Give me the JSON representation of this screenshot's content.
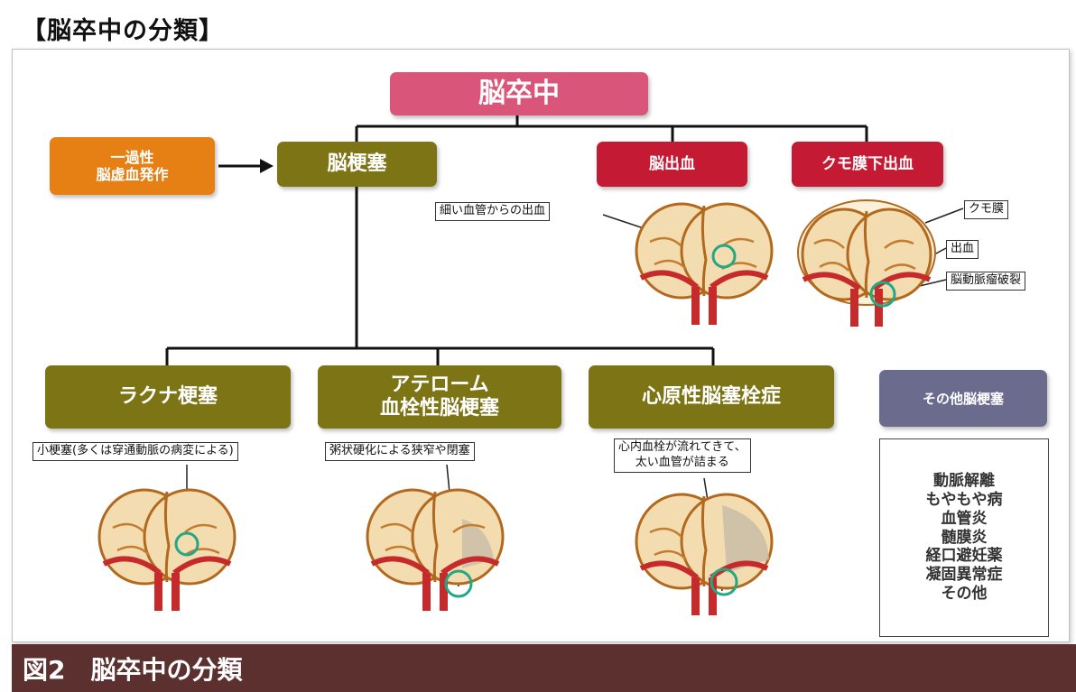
{
  "page_title": "【脳卒中の分類】",
  "root": "脳卒中",
  "tia": [
    "一過性",
    "脳虚血発作"
  ],
  "infarction": "脳梗塞",
  "hemorrhage": "脳出血",
  "sah": "クモ膜下出血",
  "lacunar": "ラクナ梗塞",
  "athero": [
    "アテローム",
    "血栓性脳梗塞"
  ],
  "cardio": "心原性脳塞栓症",
  "other": "その他脳梗塞",
  "labels": {
    "hemorrhage_note": "細い血管からの出血",
    "arachnoid": "クモ膜",
    "bleed": "出血",
    "aneurysm": "脳動脈瘤破裂",
    "lacunar_note": "小梗塞(多くは穿通動脈の病変による)",
    "athero_note": "粥状硬化による狭窄や閉塞",
    "cardio_note": [
      "心内血栓が流れてきて、",
      "太い血管が詰まる"
    ]
  },
  "other_causes": [
    "動脈解離",
    "もやもや病",
    "血管炎",
    "髄膜炎",
    "経口避妊薬",
    "凝固異常症",
    "その他"
  ],
  "footer": {
    "fig": "図2",
    "caption": "脳卒中の分類"
  },
  "colors": {
    "root": "#d9557a",
    "tia": "#e67f14",
    "olive": "#7d7415",
    "red": "#c51a34",
    "gray": "#6b6c8d",
    "footer": "#5b302f"
  }
}
